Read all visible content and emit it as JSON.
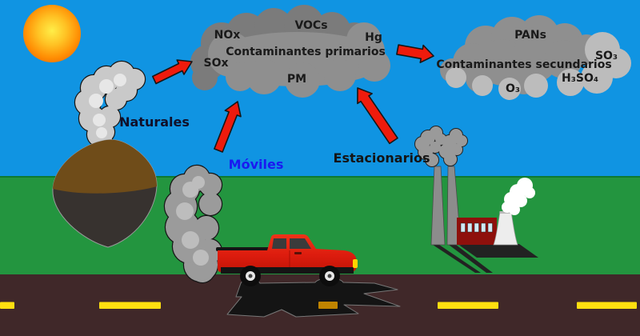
{
  "labels": {
    "naturales": "Naturales",
    "moviles": "Móviles",
    "estacionarios": "Estacionarios"
  },
  "primary_cloud": {
    "title": "Contaminantes primarios",
    "pollutants": {
      "nox": "NOx",
      "vocs": "VOCs",
      "hg": "Hg",
      "sox": "SOx",
      "pm": "PM"
    }
  },
  "secondary_cloud": {
    "title": "Contaminantes secundarios",
    "pollutants": {
      "pans": "PANs",
      "so3": "SO₃",
      "h3so4": "H₃SO₄",
      "o3": "O₃"
    }
  },
  "colors": {
    "sky": "#1094e2",
    "grass": "#23953f",
    "road": "#402829",
    "dash_yellow": "#ffdf10",
    "cloud_gray": "#8f8f8f",
    "cloud_dark": "#7b7b7b",
    "cloud_light": "#bcbcbc",
    "smoke_light": "#c9c9c9",
    "smoke_dark": "#9b9b9b",
    "arrow_red": "#ee1b0c",
    "truck_red": "#df2010",
    "factory_red": "#8e100c",
    "moviles_blue": "#1a1af0",
    "sun_core": "#ffec40",
    "sun_edge": "#ff8a00"
  }
}
